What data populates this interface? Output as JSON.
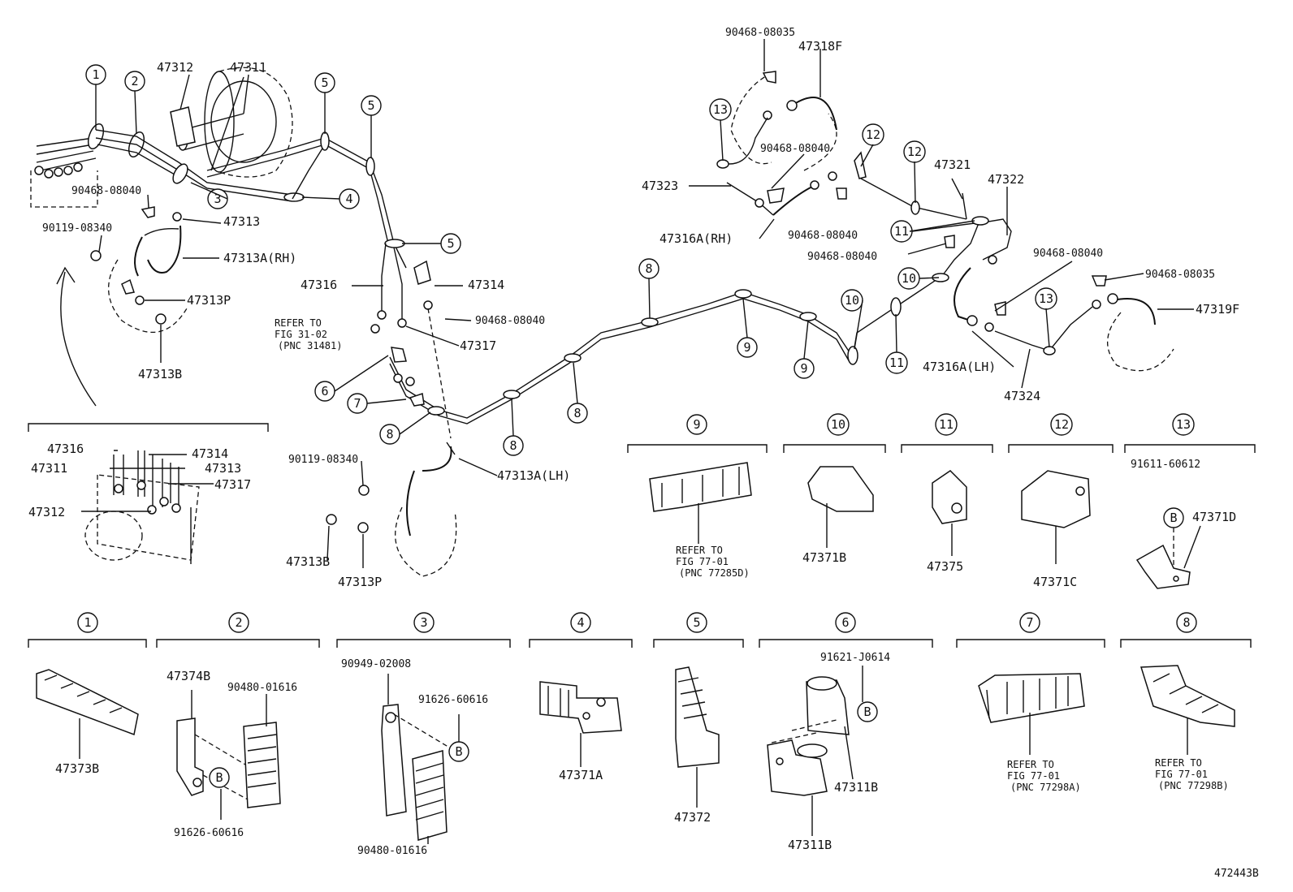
{
  "diagram_id": "472443B",
  "parts": {
    "p47312": "47312",
    "p47311": "47311",
    "p90468_08040": "90468-08040",
    "p90119_08340": "90119-08340",
    "p47313": "47313",
    "p47313A_RH": "47313A(RH)",
    "p47313P": "47313P",
    "p47313B": "47313B",
    "p47316": "47316",
    "p47314": "47314",
    "p47317": "47317",
    "p47313A_LH": "47313A(LH)",
    "p90468_08035": "90468-08035",
    "p47318F": "47318F",
    "p47323": "47323",
    "p47316A_RH": "47316A(RH)",
    "p47321": "47321",
    "p47322": "47322",
    "p47316A_LH": "47316A(LH)",
    "p47319F": "47319F",
    "p47324": "47324",
    "p47373B": "47373B",
    "p47374B": "47374B",
    "p90480_01616": "90480-01616",
    "p91626_60616": "91626-60616",
    "p90949_02008": "90949-02008",
    "p47371A": "47371A",
    "p47372": "47372",
    "p91621_J0614": "91621-J0614",
    "p47311B": "47311B",
    "p47371B": "47371B",
    "p47375": "47375",
    "p47371C": "47371C",
    "p91611_60612": "91611-60612",
    "p47371D": "47371D"
  },
  "refer": {
    "fig31": [
      "REFER TO",
      "FIG 31-02",
      "(PNC 31481)"
    ],
    "fig77_9": [
      "REFER TO",
      "FIG 77-01",
      "(PNC 77285D)"
    ],
    "fig77_7": [
      "REFER TO",
      "FIG 77-01",
      "(PNC 77298A)"
    ],
    "fig77_8": [
      "REFER TO",
      "FIG 77-01",
      "(PNC 77298B)"
    ]
  },
  "callouts": [
    "1",
    "2",
    "3",
    "4",
    "5",
    "6",
    "7",
    "8",
    "9",
    "10",
    "11",
    "12",
    "13",
    "B"
  ]
}
